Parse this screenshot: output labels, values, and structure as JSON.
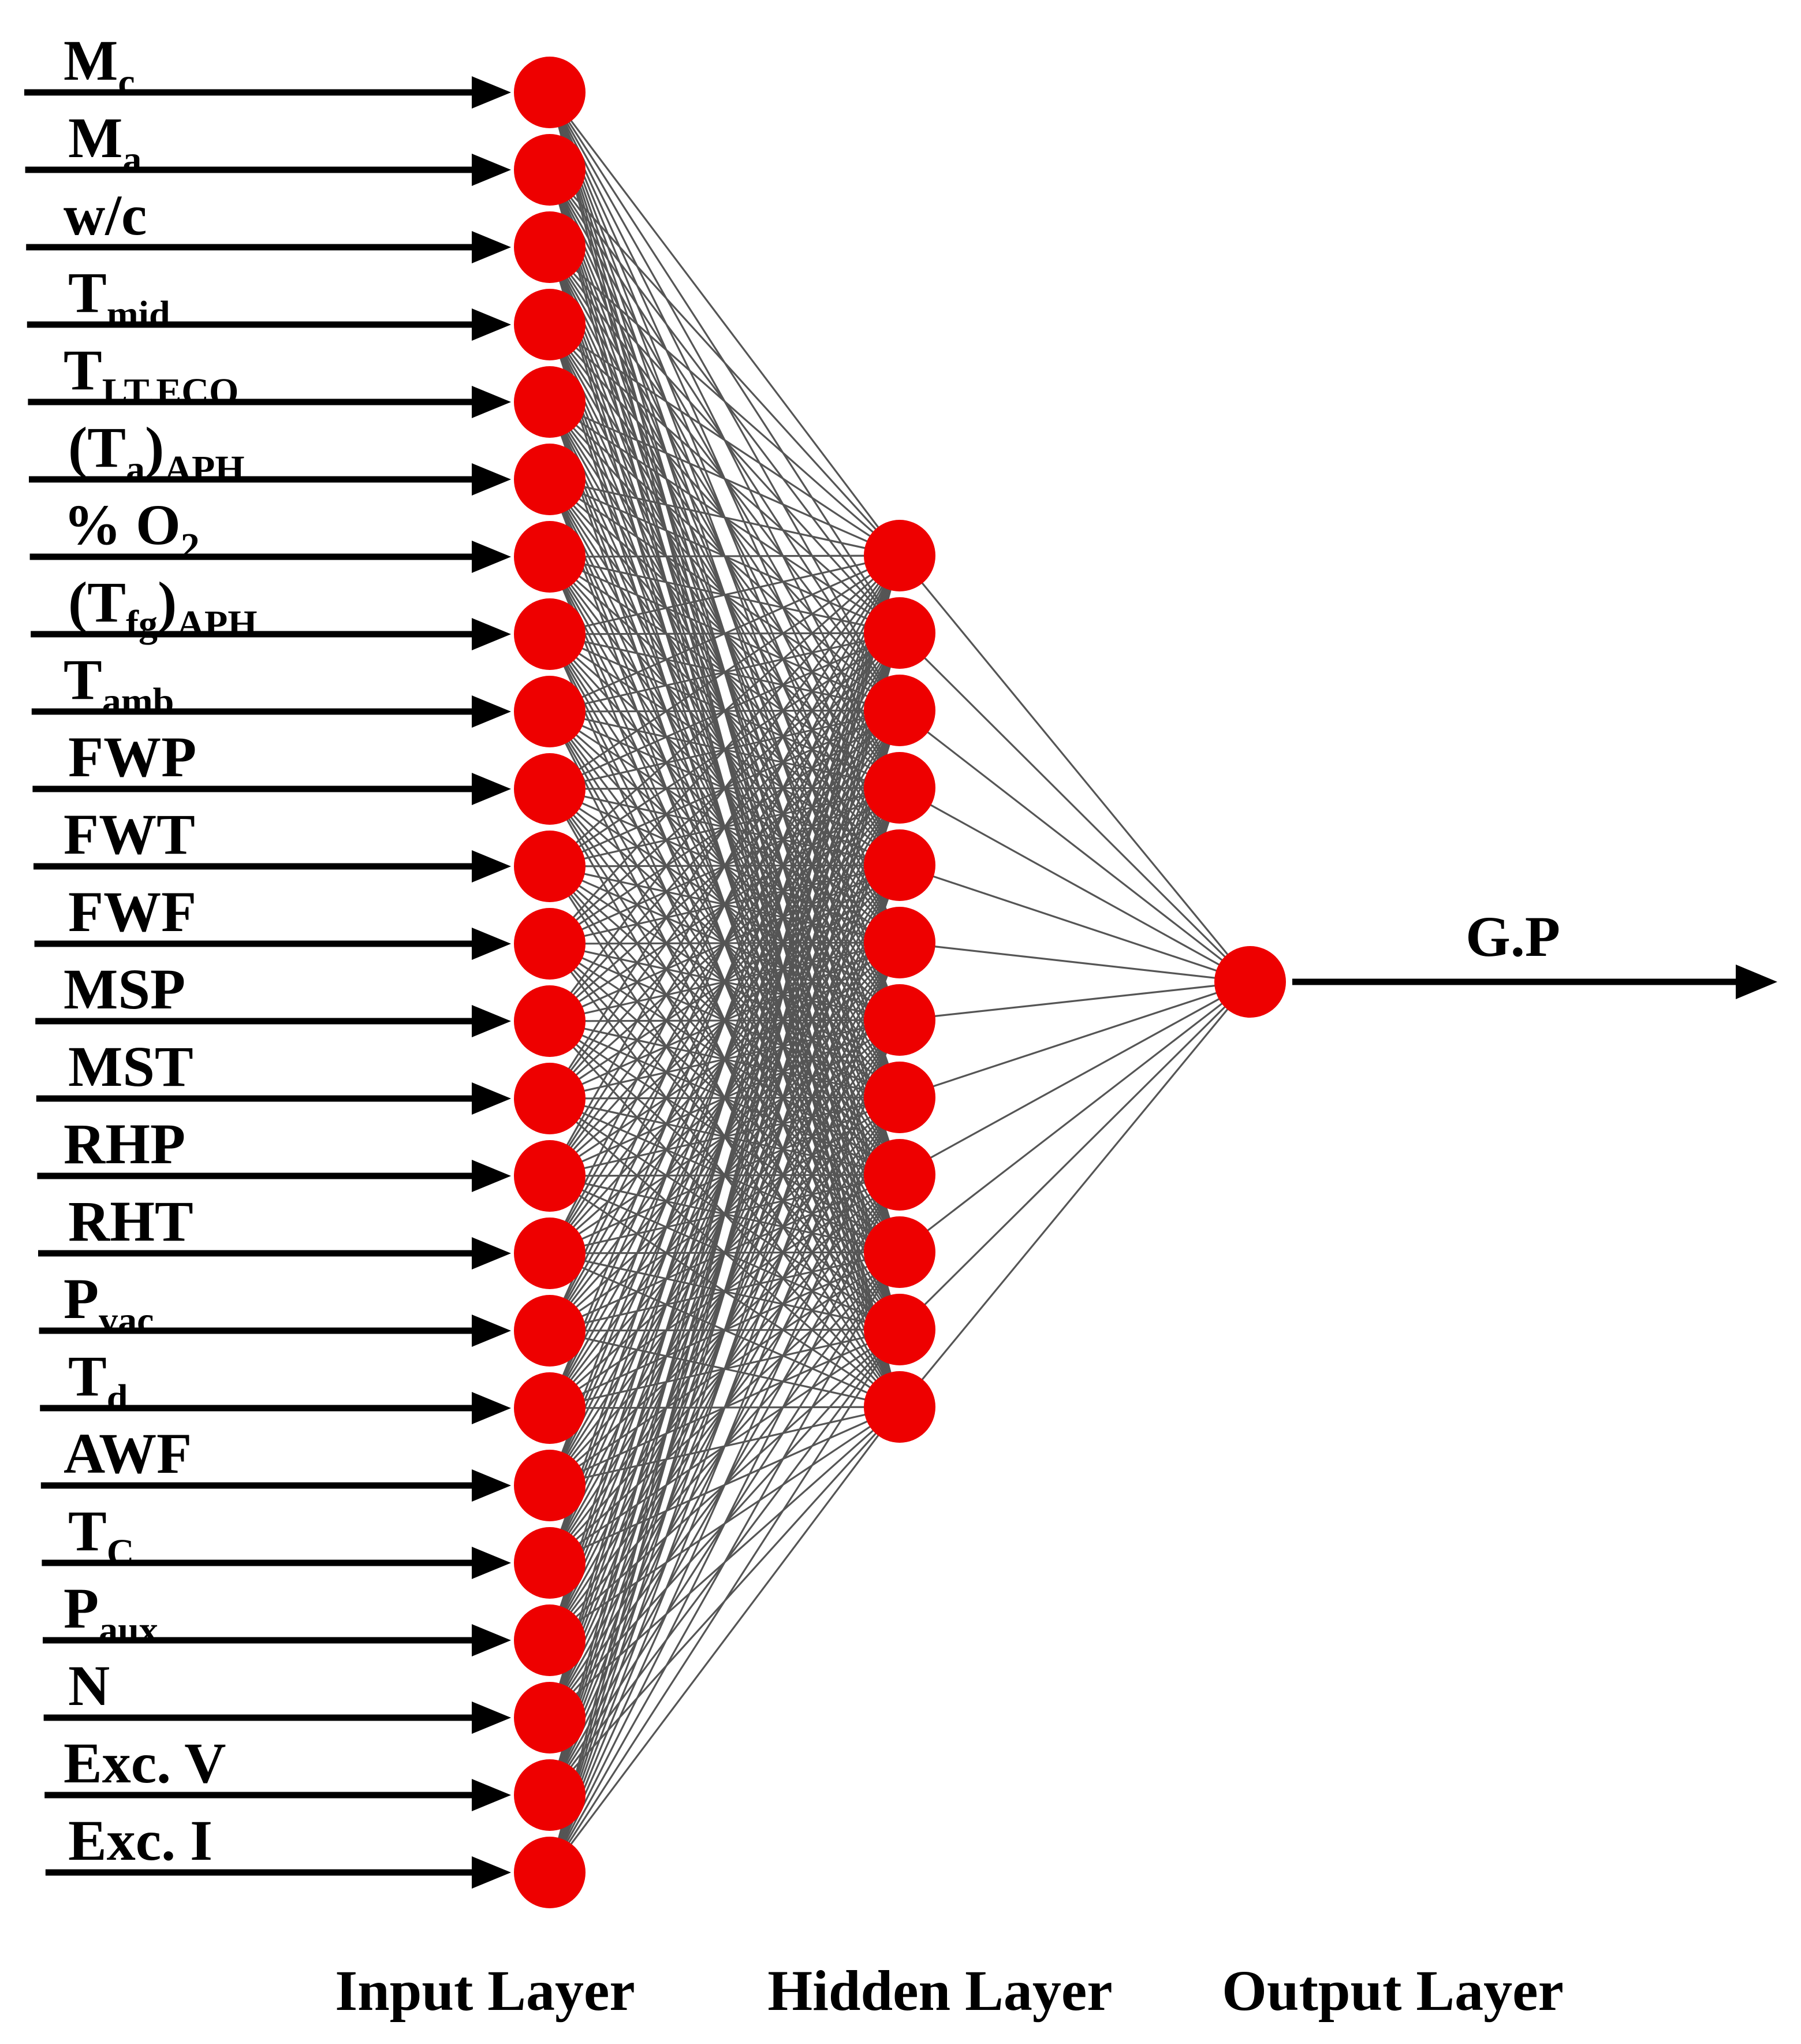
{
  "colors": {
    "node": "#ee0000",
    "connection": "#555555",
    "arrow": "#000000",
    "text": "#000000",
    "background": "#ffffff"
  },
  "inputs": [
    {
      "main": "M",
      "sub": "c"
    },
    {
      "main": "M",
      "sub": "a"
    },
    {
      "main": "w/c",
      "sub": ""
    },
    {
      "main": "T",
      "sub": "mid"
    },
    {
      "main": "T",
      "sub": "LT.ECO"
    },
    {
      "main": "(T",
      "sub": "a",
      "after": ")",
      "sub2": "APH"
    },
    {
      "main": "% O",
      "sub": "2"
    },
    {
      "main": "(T",
      "sub": "fg",
      "after": ")",
      "sub2": "APH"
    },
    {
      "main": "T",
      "sub": "amb"
    },
    {
      "main": "FWP",
      "sub": ""
    },
    {
      "main": "FWT",
      "sub": ""
    },
    {
      "main": "FWF",
      "sub": ""
    },
    {
      "main": "MSP",
      "sub": ""
    },
    {
      "main": "MST",
      "sub": ""
    },
    {
      "main": "RHP",
      "sub": ""
    },
    {
      "main": "RHT",
      "sub": ""
    },
    {
      "main": "P",
      "sub": "vac"
    },
    {
      "main": "T",
      "sub": "d"
    },
    {
      "main": "AWF",
      "sub": ""
    },
    {
      "main": "T",
      "sub": "C"
    },
    {
      "main": "P",
      "sub": "aux"
    },
    {
      "main": "N",
      "sub": ""
    },
    {
      "main": "Exc. V",
      "sub": ""
    },
    {
      "main": "Exc. I",
      "sub": ""
    }
  ],
  "hidden_neuron_count": 12,
  "output_label": "G.P",
  "layer_labels": {
    "input": "Input Layer",
    "hidden": "Hidden Layer",
    "output": "Output Layer"
  }
}
